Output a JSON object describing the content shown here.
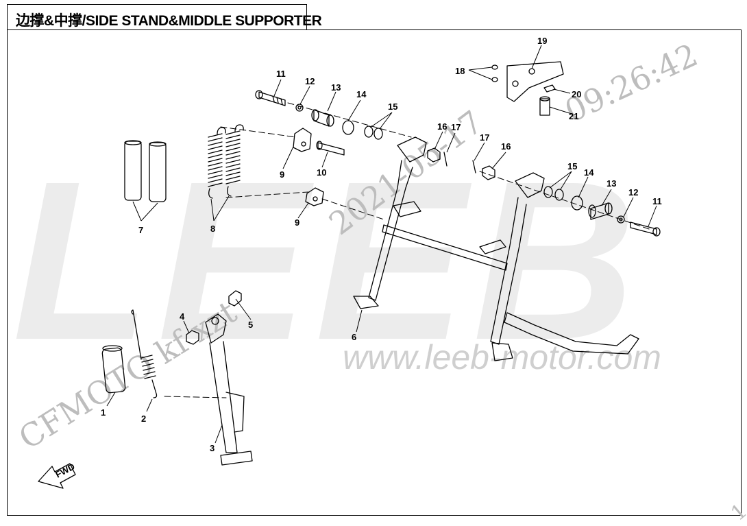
{
  "header": {
    "title": "边撑&中撑/SIDE STAND&MIDDLE SUPPORTER"
  },
  "watermarks": {
    "logo": "LEEB",
    "url": "www.leeb-motor.com",
    "date": "2021-05-17",
    "time": "09:26:42",
    "user": "CFMOTO kf xzt",
    "corner": "1"
  },
  "fwd_label": "FWD",
  "callouts": [
    {
      "id": "c1",
      "label": "1"
    },
    {
      "id": "c2",
      "label": "2"
    },
    {
      "id": "c3",
      "label": "3"
    },
    {
      "id": "c4",
      "label": "4"
    },
    {
      "id": "c5",
      "label": "5"
    },
    {
      "id": "c6",
      "label": "6"
    },
    {
      "id": "c7",
      "label": "7"
    },
    {
      "id": "c8",
      "label": "8"
    },
    {
      "id": "c9a",
      "label": "9"
    },
    {
      "id": "c9b",
      "label": "9"
    },
    {
      "id": "c10",
      "label": "10"
    },
    {
      "id": "c11a",
      "label": "11"
    },
    {
      "id": "c11b",
      "label": "11"
    },
    {
      "id": "c12a",
      "label": "12"
    },
    {
      "id": "c12b",
      "label": "12"
    },
    {
      "id": "c13a",
      "label": "13"
    },
    {
      "id": "c13b",
      "label": "13"
    },
    {
      "id": "c14a",
      "label": "14"
    },
    {
      "id": "c14b",
      "label": "14"
    },
    {
      "id": "c15a",
      "label": "15"
    },
    {
      "id": "c15b",
      "label": "15"
    },
    {
      "id": "c16a",
      "label": "16"
    },
    {
      "id": "c16b",
      "label": "16"
    },
    {
      "id": "c17a",
      "label": "17"
    },
    {
      "id": "c17b",
      "label": "17"
    },
    {
      "id": "c18",
      "label": "18"
    },
    {
      "id": "c19",
      "label": "19"
    },
    {
      "id": "c20",
      "label": "20"
    },
    {
      "id": "c21",
      "label": "21"
    }
  ]
}
